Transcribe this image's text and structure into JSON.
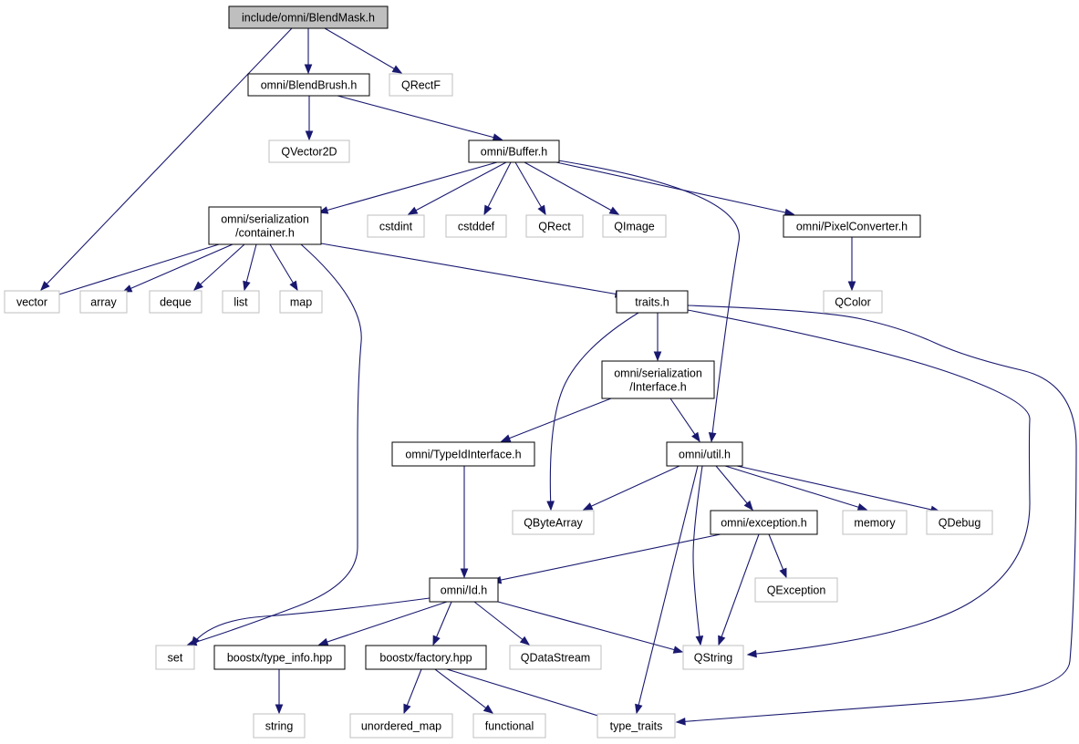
{
  "graph": {
    "colors": {
      "edge": "#191970",
      "root_fill": "#bfbfbf",
      "root_border": "#000000",
      "documented_border": "#000000",
      "external_border": "#bfbfbf",
      "external_text": "#000000",
      "node_fill": "#ffffff"
    },
    "nodes": {
      "blendmask": {
        "label": "include/omni/BlendMask.h",
        "kind": "root"
      },
      "blendbrush": {
        "label": "omni/BlendBrush.h",
        "kind": "documented"
      },
      "qrectf": {
        "label": "QRectF",
        "kind": "external"
      },
      "qvector2d": {
        "label": "QVector2D",
        "kind": "external"
      },
      "buffer": {
        "label": "omni/Buffer.h",
        "kind": "documented"
      },
      "container": {
        "label": "omni/serialization\n/container.h",
        "kind": "documented"
      },
      "cstdint": {
        "label": "cstdint",
        "kind": "external"
      },
      "cstddef": {
        "label": "cstddef",
        "kind": "external"
      },
      "qrect": {
        "label": "QRect",
        "kind": "external"
      },
      "qimage": {
        "label": "QImage",
        "kind": "external"
      },
      "pixelconverter": {
        "label": "omni/PixelConverter.h",
        "kind": "documented"
      },
      "vector": {
        "label": "vector",
        "kind": "external"
      },
      "array": {
        "label": "array",
        "kind": "external"
      },
      "deque": {
        "label": "deque",
        "kind": "external"
      },
      "list": {
        "label": "list",
        "kind": "external"
      },
      "map": {
        "label": "map",
        "kind": "external"
      },
      "traits": {
        "label": "traits.h",
        "kind": "documented"
      },
      "qcolor": {
        "label": "QColor",
        "kind": "external"
      },
      "interface": {
        "label": "omni/serialization\n/Interface.h",
        "kind": "documented"
      },
      "typeidinterface": {
        "label": "omni/TypeIdInterface.h",
        "kind": "documented"
      },
      "util": {
        "label": "omni/util.h",
        "kind": "documented"
      },
      "qbytearray": {
        "label": "QByteArray",
        "kind": "external"
      },
      "exception": {
        "label": "omni/exception.h",
        "kind": "documented"
      },
      "memory": {
        "label": "memory",
        "kind": "external"
      },
      "qdebug": {
        "label": "QDebug",
        "kind": "external"
      },
      "id": {
        "label": "omni/Id.h",
        "kind": "documented"
      },
      "qexception": {
        "label": "QException",
        "kind": "external"
      },
      "set": {
        "label": "set",
        "kind": "external"
      },
      "typeinfo": {
        "label": "boostx/type_info.hpp",
        "kind": "documented"
      },
      "factory": {
        "label": "boostx/factory.hpp",
        "kind": "documented"
      },
      "qdatastream": {
        "label": "QDataStream",
        "kind": "external"
      },
      "qstring": {
        "label": "QString",
        "kind": "external"
      },
      "string": {
        "label": "string",
        "kind": "external"
      },
      "unorderedmap": {
        "label": "unordered_map",
        "kind": "external"
      },
      "functional": {
        "label": "functional",
        "kind": "external"
      },
      "typetraits": {
        "label": "type_traits",
        "kind": "external"
      }
    },
    "edges": [
      [
        "blendmask",
        "vector"
      ],
      [
        "blendmask",
        "blendbrush"
      ],
      [
        "blendmask",
        "qrectf"
      ],
      [
        "blendbrush",
        "qvector2d"
      ],
      [
        "blendbrush",
        "buffer"
      ],
      [
        "buffer",
        "container"
      ],
      [
        "buffer",
        "cstdint"
      ],
      [
        "buffer",
        "cstddef"
      ],
      [
        "buffer",
        "qrect"
      ],
      [
        "buffer",
        "qimage"
      ],
      [
        "buffer",
        "pixelconverter"
      ],
      [
        "buffer",
        "util"
      ],
      [
        "container",
        "vector"
      ],
      [
        "container",
        "array"
      ],
      [
        "container",
        "deque"
      ],
      [
        "container",
        "list"
      ],
      [
        "container",
        "map"
      ],
      [
        "container",
        "traits"
      ],
      [
        "container",
        "set"
      ],
      [
        "pixelconverter",
        "qcolor"
      ],
      [
        "traits",
        "interface"
      ],
      [
        "traits",
        "qbytearray"
      ],
      [
        "traits",
        "qstring"
      ],
      [
        "traits",
        "typetraits"
      ],
      [
        "interface",
        "typeidinterface"
      ],
      [
        "interface",
        "util"
      ],
      [
        "typeidinterface",
        "id"
      ],
      [
        "util",
        "qbytearray"
      ],
      [
        "util",
        "exception"
      ],
      [
        "util",
        "memory"
      ],
      [
        "util",
        "qdebug"
      ],
      [
        "util",
        "qstring"
      ],
      [
        "util",
        "typetraits"
      ],
      [
        "exception",
        "id"
      ],
      [
        "exception",
        "qexception"
      ],
      [
        "exception",
        "qstring"
      ],
      [
        "id",
        "set"
      ],
      [
        "id",
        "typeinfo"
      ],
      [
        "id",
        "factory"
      ],
      [
        "id",
        "qdatastream"
      ],
      [
        "id",
        "qstring"
      ],
      [
        "typeinfo",
        "string"
      ],
      [
        "factory",
        "unorderedmap"
      ],
      [
        "factory",
        "functional"
      ],
      [
        "factory",
        "typetraits"
      ]
    ]
  }
}
